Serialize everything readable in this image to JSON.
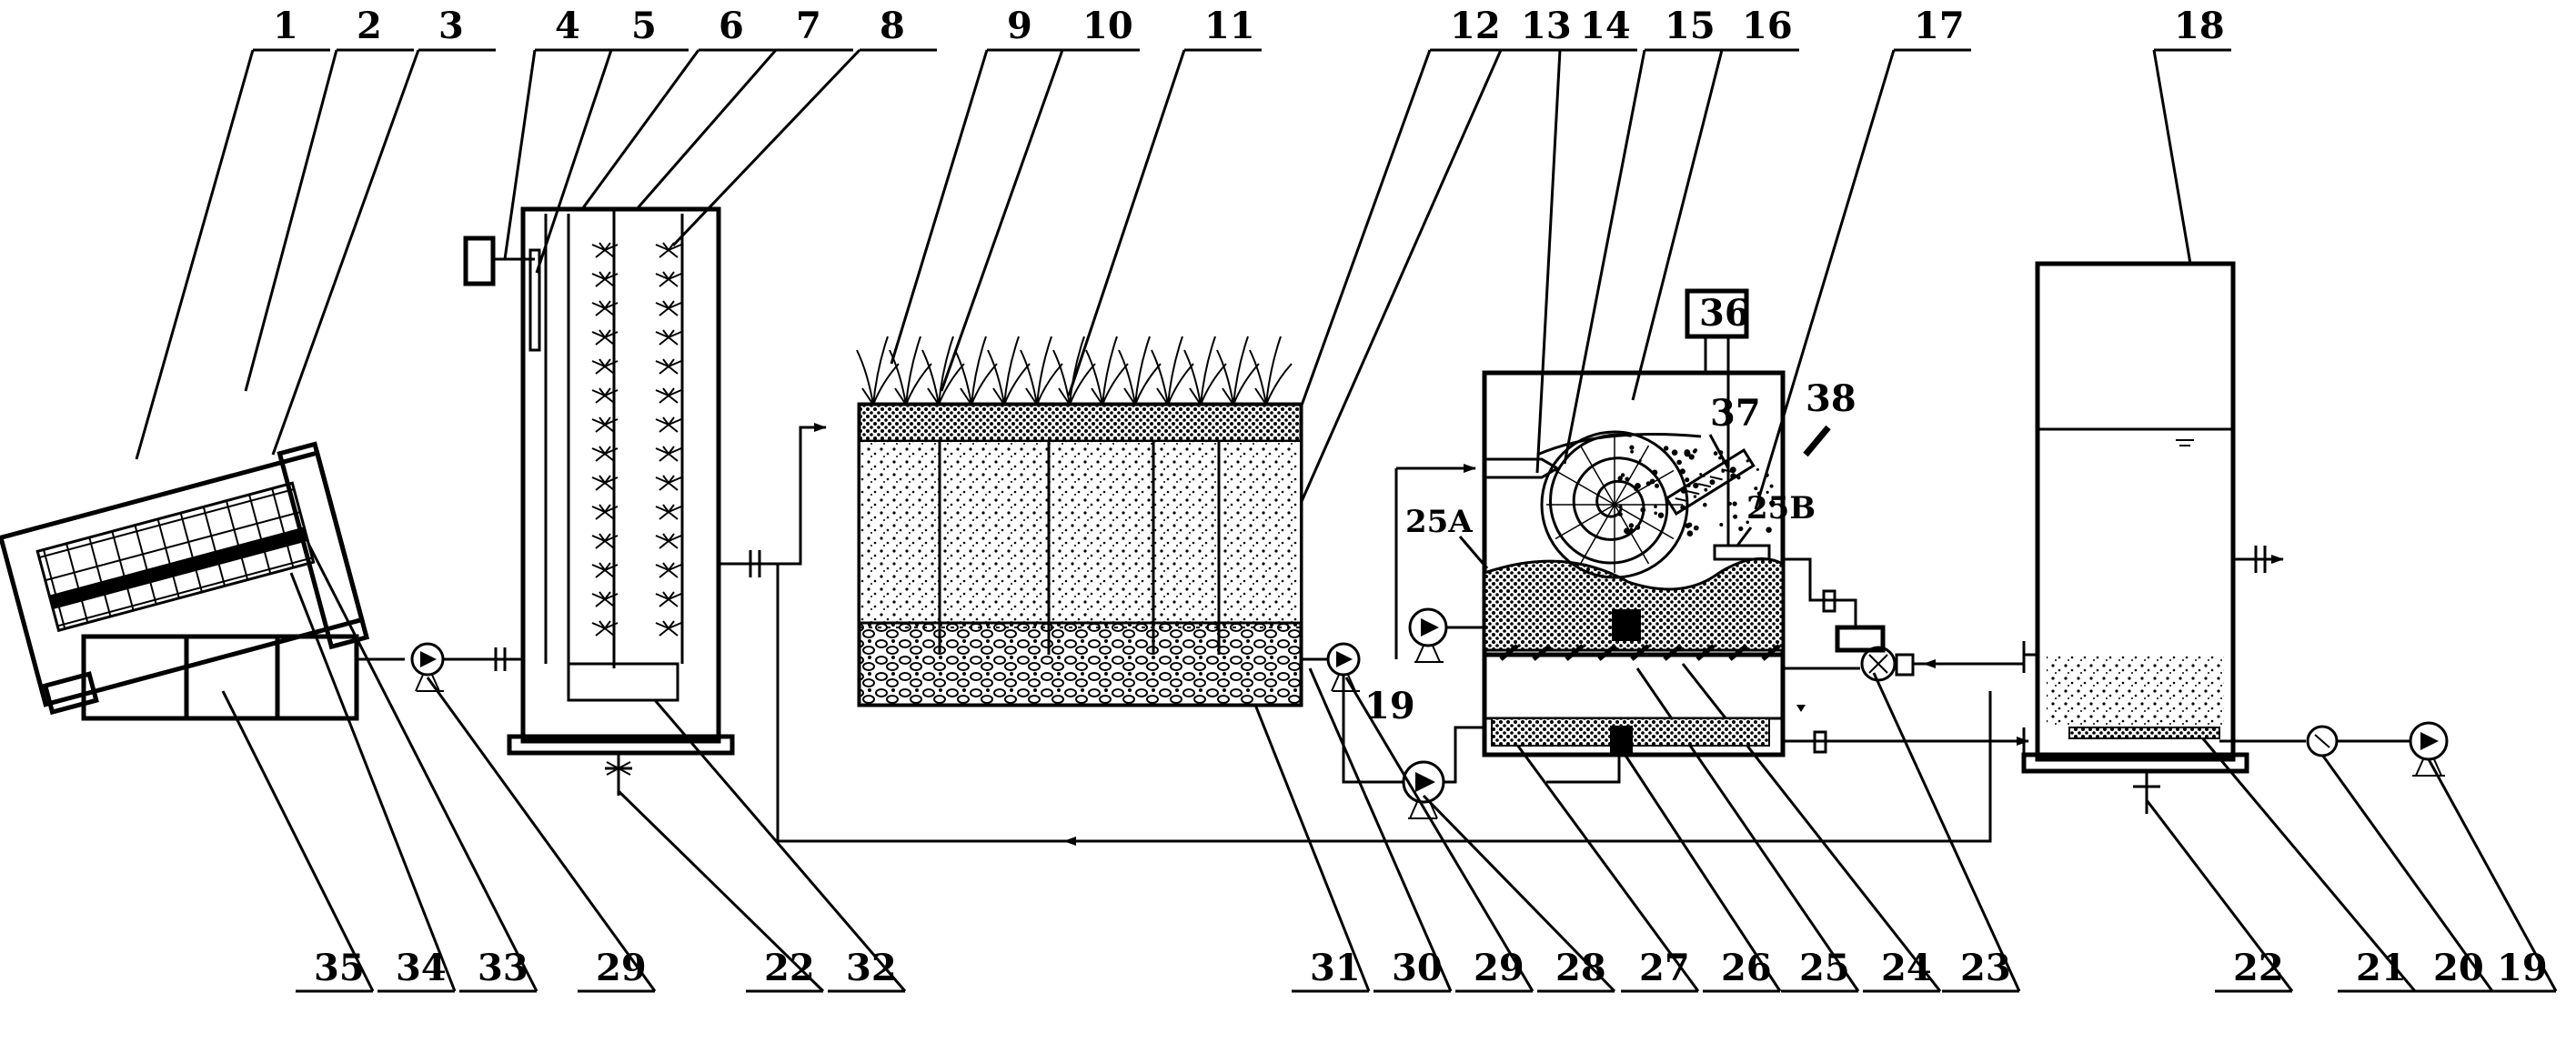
{
  "top_labels": [
    "1",
    "2",
    "3",
    "4",
    "5",
    "6",
    "7",
    "8",
    "9",
    "10",
    "11",
    "12",
    "13",
    "14",
    "15",
    "16",
    "17",
    "18"
  ],
  "bottom_labels": [
    "35",
    "34",
    "33",
    "29",
    "22",
    "32",
    "31",
    "30",
    "29",
    "28",
    "27",
    "26",
    "25",
    "24",
    "23",
    "22",
    "21",
    "20",
    "19"
  ],
  "inline_labels": {
    "pump_left": "19",
    "controller": "36",
    "feeder": "37",
    "probe": "38",
    "sensor_a": "25A",
    "sensor_b": "25B"
  },
  "colors": {
    "line": "#000000",
    "background": "#ffffff"
  },
  "icons": [
    "pump-icon",
    "valve-icon",
    "flowmeter-icon",
    "arrow-icon",
    "plant-icon"
  ]
}
